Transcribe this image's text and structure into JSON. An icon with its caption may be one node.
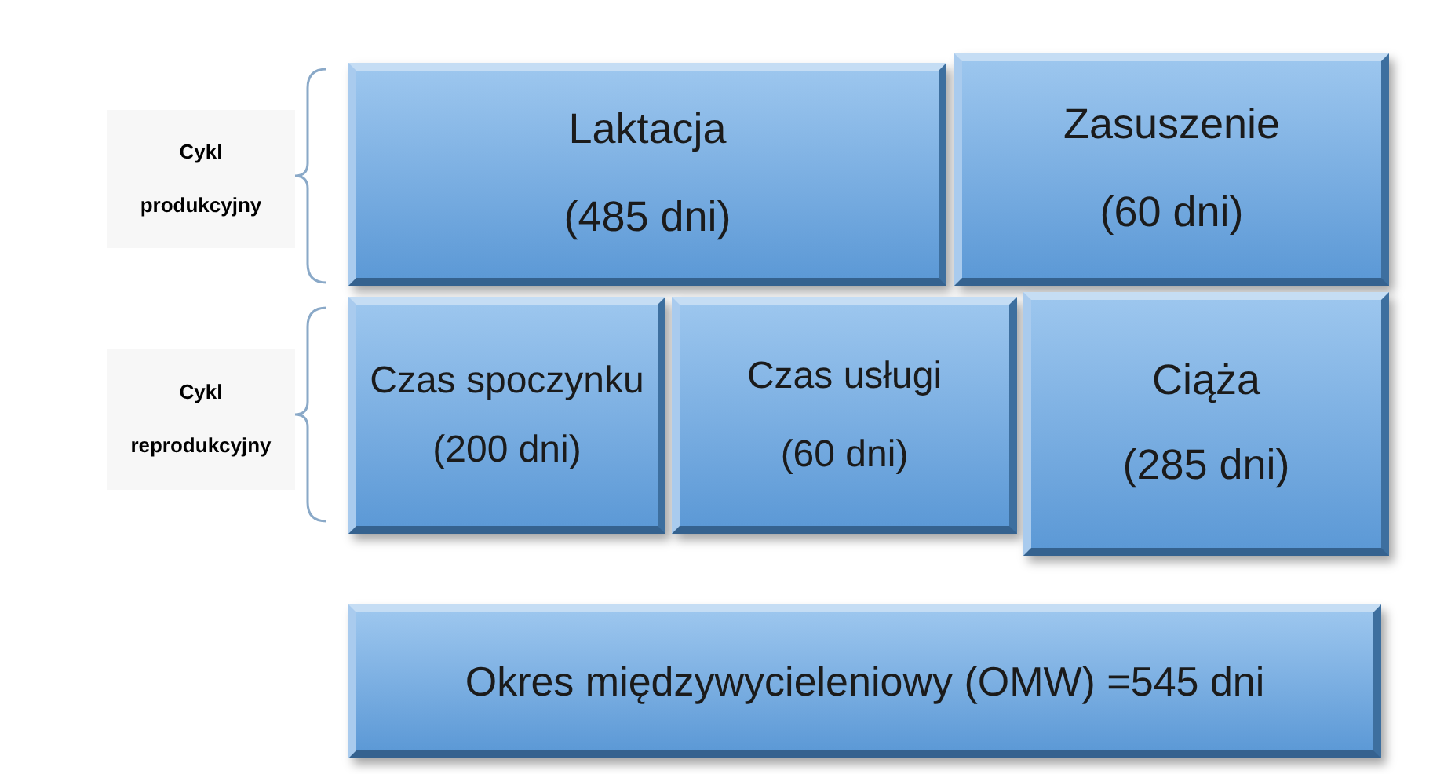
{
  "diagram": {
    "nodes": [
      {
        "text": [
          "Laktacja",
          "(485 dni)"
        ]
      },
      {
        "text": [
          "Zasuszenie",
          "(60 dni)"
        ]
      },
      {
        "text": [
          "Czas spoczynku",
          "(200 dni)"
        ]
      },
      {
        "text": [
          "Czas usługi",
          "(60 dni)"
        ]
      },
      {
        "text": [
          "Ciąża",
          "(285 dni)"
        ]
      },
      {
        "text": [
          "Okres międzywycieleniowy (OMW) =545 dni"
        ]
      }
    ],
    "labels": [
      "Cykl produkcyjny",
      "Cykl reprodukcyjny"
    ]
  }
}
